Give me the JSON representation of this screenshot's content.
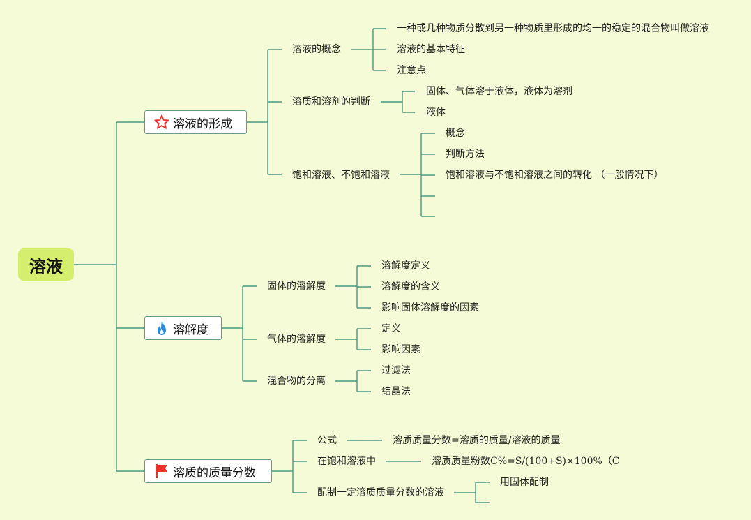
{
  "root": "溶液",
  "b1": {
    "label": "溶液的形成",
    "icon": "star-icon",
    "sub1": {
      "label": "溶液的概念",
      "leaves": [
        "一种或几种物质分散到另一种物质里形成的均一的稳定的混合物叫做溶液",
        "溶液的基本特征",
        "注意点"
      ]
    },
    "sub2": {
      "label": "溶质和溶剂的判断",
      "leaves": [
        "固体、气体溶于液体，液体为溶剂",
        "液体"
      ]
    },
    "sub3": {
      "label": "饱和溶液、不饱和溶液",
      "leaves": [
        "概念",
        "判断方法",
        "饱和溶液与不饱和溶液之间的转化 （一般情况下）",
        "",
        ""
      ]
    }
  },
  "b2": {
    "label": "溶解度",
    "icon": "flame-icon",
    "sub1": {
      "label": "固体的溶解度",
      "leaves": [
        "溶解度定义",
        "溶解度的含义",
        "影响固体溶解度的因素"
      ]
    },
    "sub2": {
      "label": "气体的溶解度",
      "leaves": [
        "定义",
        "影响因素"
      ]
    },
    "sub3": {
      "label": "混合物的分离",
      "leaves": [
        "过滤法",
        "结晶法"
      ]
    }
  },
  "b3": {
    "label": "溶质的质量分数",
    "icon": "flag-icon",
    "sub1": {
      "label": "公式",
      "leaves": [
        "溶质质量分数=溶质的质量/溶液的质量"
      ]
    },
    "sub2": {
      "label": "在饱和溶液中",
      "leaves": [
        "溶质质量粉数C%=S/(100+S)×100%（C"
      ]
    },
    "sub3": {
      "label": "配制一定溶质质量分数的溶液",
      "leaves": [
        "用固体配制",
        ""
      ]
    }
  },
  "colors": {
    "background": "#f5fbd6",
    "root": "#d6ee6e",
    "line": "#4a9a82",
    "star": "#e8322b",
    "flame": "#2b8de0",
    "flag": "#e8322b"
  }
}
